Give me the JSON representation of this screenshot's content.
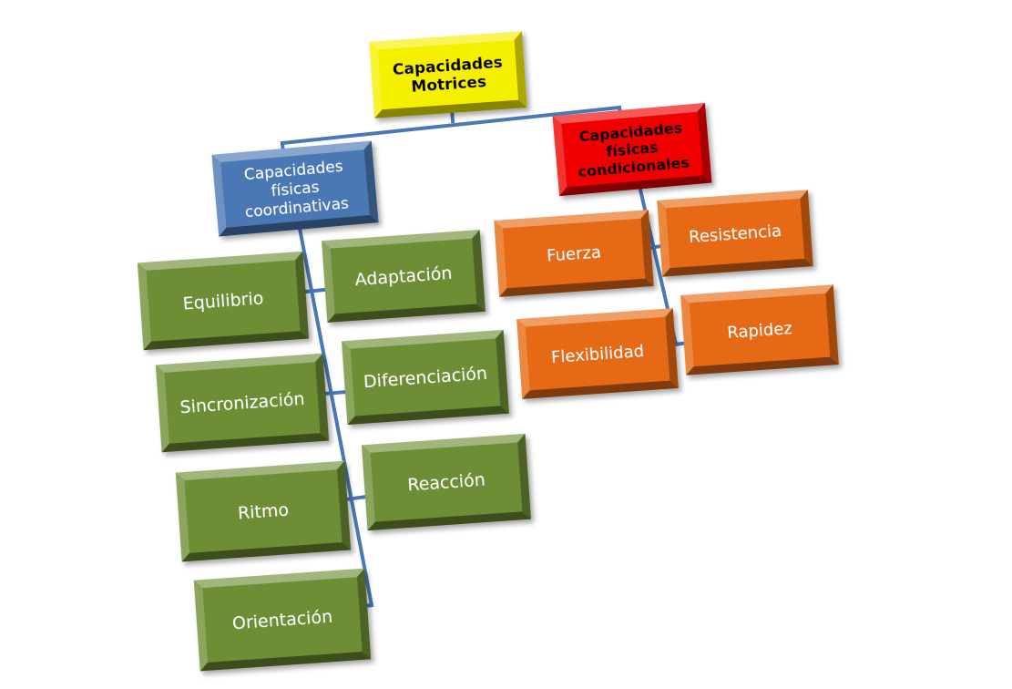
{
  "diagram": {
    "root": {
      "lines": [
        "Capacidades",
        "Motrices"
      ],
      "color": "#F5F000"
    },
    "coordinativas": {
      "lines": [
        "Capacidades",
        "físicas",
        "coordinativas"
      ],
      "color": "#4A78B4",
      "children": [
        {
          "label": "Equilibrio"
        },
        {
          "label": "Adaptación"
        },
        {
          "label": "Sincronización"
        },
        {
          "label": "Diferenciación"
        },
        {
          "label": "Ritmo"
        },
        {
          "label": "Reacción"
        },
        {
          "label": "Orientación"
        }
      ],
      "child_color": "#6E8E35"
    },
    "condicionales": {
      "lines": [
        "Capacidades",
        "físicas",
        "condicionales"
      ],
      "color": "#F00000",
      "children": [
        {
          "label": "Fuerza"
        },
        {
          "label": "Resistencia"
        },
        {
          "label": "Flexibilidad"
        },
        {
          "label": "Rapidez"
        }
      ],
      "child_color": "#E66A12"
    },
    "connector_color": "#4A78B4"
  }
}
